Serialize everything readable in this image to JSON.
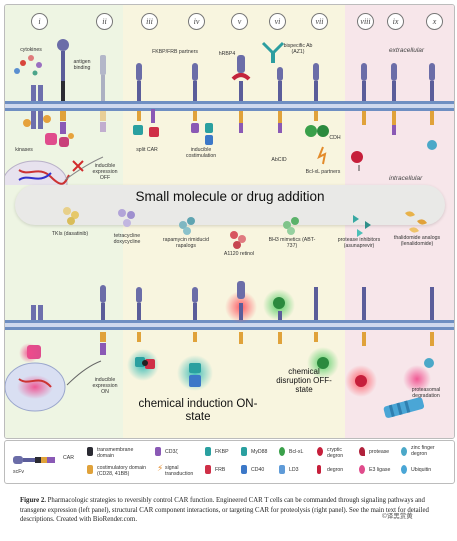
{
  "columns": [
    "i",
    "ii",
    "iii",
    "iv",
    "v",
    "vi",
    "vii",
    "viii",
    "ix",
    "x"
  ],
  "region_labels": {
    "extracellular": "extracellular",
    "intracellular": "intracellular"
  },
  "top_labels": {
    "cytokines": "cytokines",
    "antigen_binding": "antigen binding",
    "fkbp_frb_partners": "FKBP/FRB partners",
    "bispecific": "bispecific Ab (AZ1)",
    "nrbp4": "hRBP4",
    "kinases": "kinases",
    "inducible_off": "inducible expression OFF",
    "split_car": "split CAR",
    "inducible_costim": "inducible costimulation",
    "abcid": "AbCID",
    "bclxl_partners": "Bcl-xL partners",
    "cdh": "CDH"
  },
  "banner": {
    "title": "Small molecule or drug addition"
  },
  "drugs": {
    "tkis": "TKIs (dasatinib)",
    "tetracycline": "tetracycline doxycycline",
    "rapamycin": "rapamycin rimiducid rapalogs",
    "a1120": "A1120 retinol",
    "bh3": "BH3 mimetics (ABT-737)",
    "protease_inhibitors": "protease inhibitors (asunaprevir)",
    "thalidomide": "thalidomide analogs (lenalidomide)"
  },
  "bottom_labels": {
    "inducible_on": "inducible expression ON",
    "on_state": "chemical induction ON-state",
    "off_state": "chemical disruption OFF-state",
    "proteasomal": "proteasomal degradation"
  },
  "legend": {
    "scfv": "scFv",
    "car": "CAR",
    "transmembrane": "transmembrane domain",
    "costimulatory": "costimulatory domain (CD28, 41BB)",
    "cd3z": "CD3ζ",
    "signal": "signal transduction",
    "fkbp": "FKBP",
    "frb": "FRB",
    "myd88": "MyD88",
    "cd40": "CD40",
    "bclxl": "Bcl-xL",
    "ld3": "LD3",
    "cryptic_degron": "cryptic degron",
    "degron": "degron",
    "protease": "protease",
    "e3_ligase": "E3 ligase",
    "zinc_finger": "zinc finger degron",
    "ubiquitin": "Ubiquitin"
  },
  "caption": {
    "label": "Figure 2.",
    "text": " Pharmacologic strategies to reversibly control CAR function.  Engineered CAR T cells can be commanded through signaling pathways and transgene expression (left panel), structural CAR component interactions, or targeting CAR for proteolysis (right panel). See the main text for detailed descriptions. Created with BioRender.com."
  },
  "watermark": "©译黑赏黄"
}
